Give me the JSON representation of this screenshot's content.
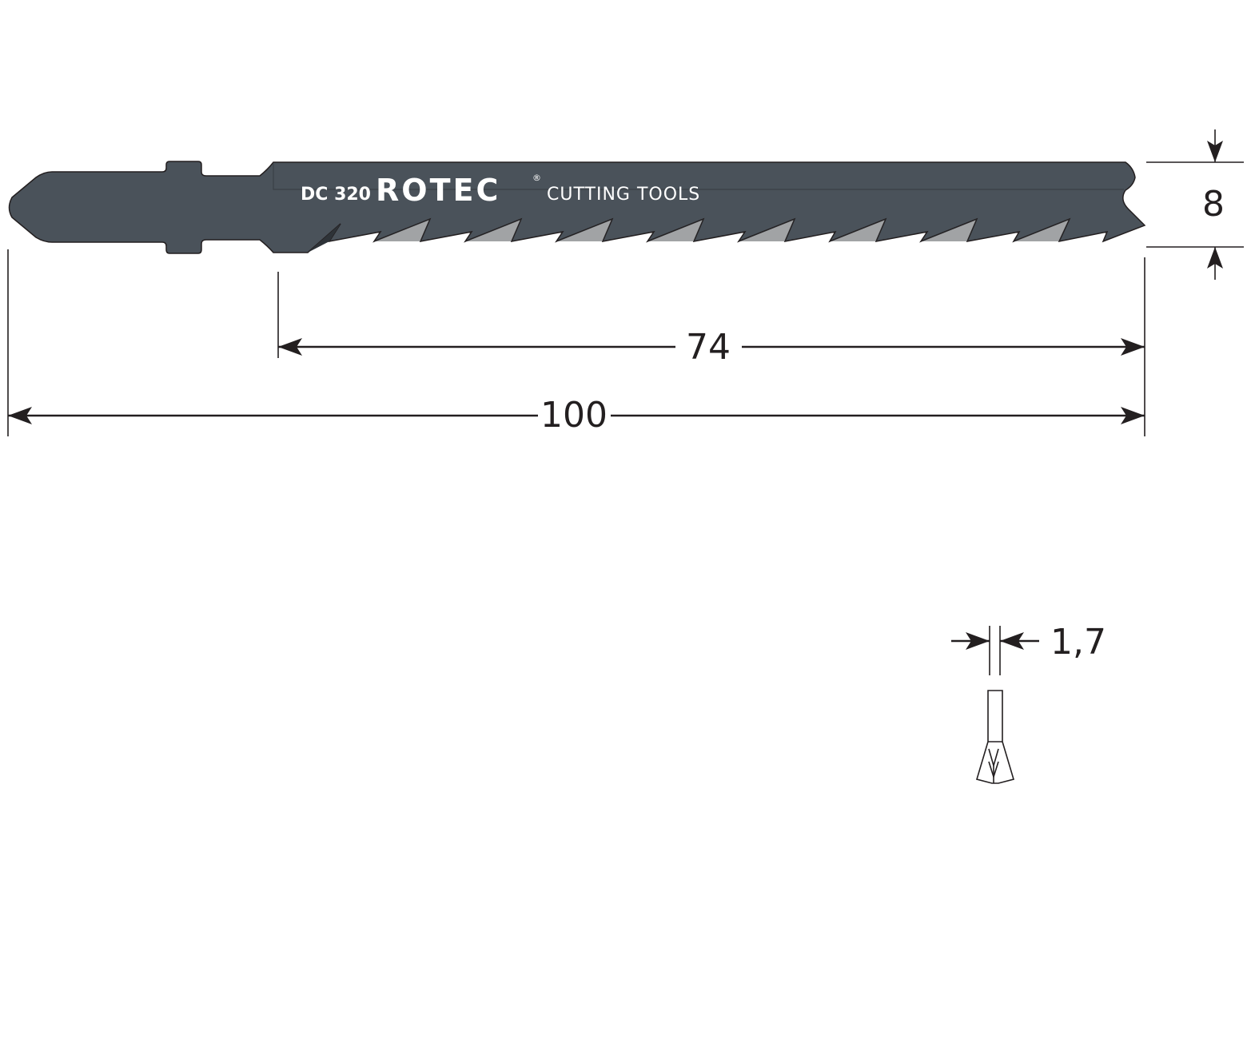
{
  "blade": {
    "model": "DC 320",
    "brand": "ROTEC",
    "registered_mark": "®",
    "tagline": "CUTTING TOOLS",
    "body_color": "#4a525a",
    "outline_color": "#231f20"
  },
  "dimensions": {
    "height": "8",
    "working_length": "74",
    "total_length": "100",
    "thickness": "1,7"
  }
}
